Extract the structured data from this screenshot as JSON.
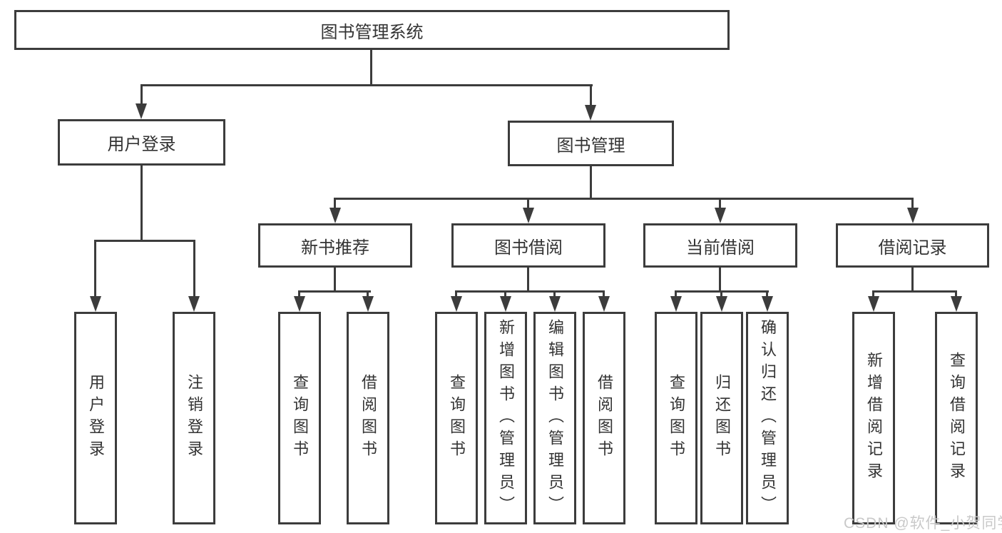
{
  "diagram": {
    "root": {
      "label": "图书管理系统"
    },
    "level2": [
      {
        "label": "用户登录"
      },
      {
        "label": "图书管理"
      }
    ],
    "level3": [
      {
        "label": "新书推荐"
      },
      {
        "label": "图书借阅"
      },
      {
        "label": "当前借阅"
      },
      {
        "label": "借阅记录"
      }
    ],
    "leaves": {
      "login_group": [
        {
          "label": "用户登录"
        },
        {
          "label": "注销登录"
        }
      ],
      "new_books": [
        {
          "label": "查询图书"
        },
        {
          "label": "借阅图书"
        }
      ],
      "borrow": [
        {
          "label": "查询图书"
        },
        {
          "label": "新增图书（管理员）"
        },
        {
          "label": "编辑图书（管理员）"
        },
        {
          "label": "借阅图书"
        }
      ],
      "current": [
        {
          "label": "查询图书"
        },
        {
          "label": "归还图书"
        },
        {
          "label": "确认归还（管理员）"
        }
      ],
      "records": [
        {
          "label": "新增借阅记录"
        },
        {
          "label": "查询借阅记录"
        }
      ]
    }
  },
  "watermark": {
    "text": "CSDN @软件_小贺同学"
  },
  "colors": {
    "line": "#3c3c3c",
    "text": "#333333",
    "background": "#ffffff",
    "watermark": "#c9c9c9"
  }
}
